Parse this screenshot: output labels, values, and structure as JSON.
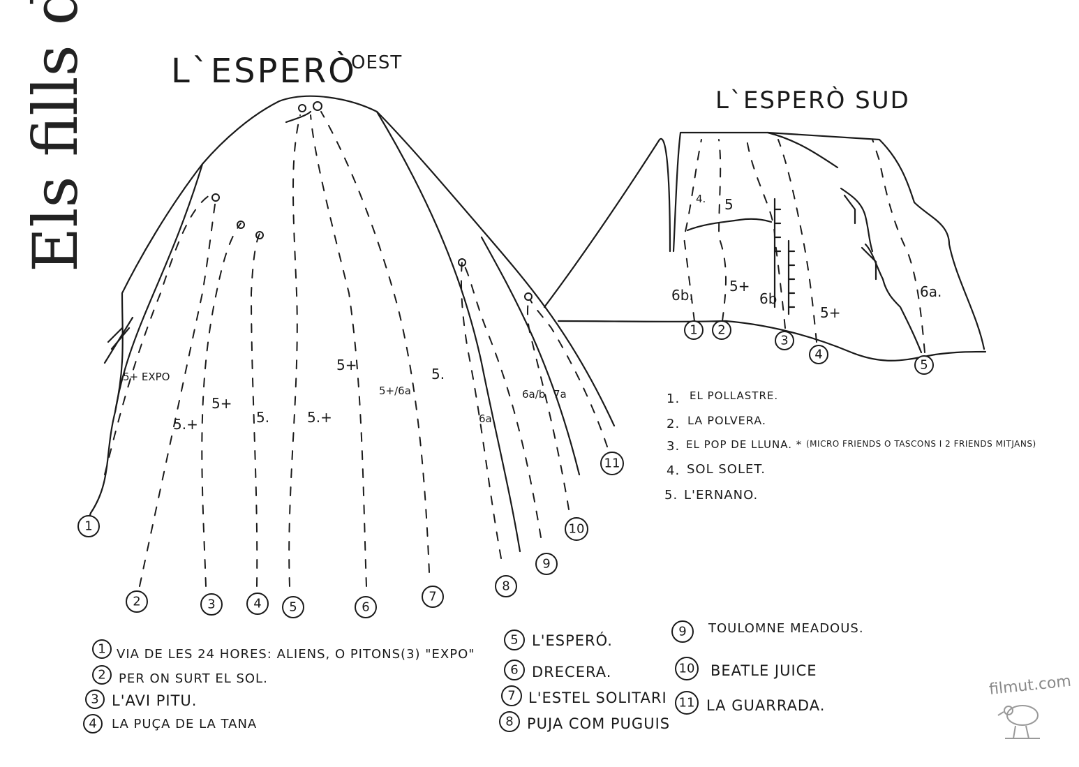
{
  "brand": "Els fills de Solius",
  "west": {
    "title": "L`ESPERÒ",
    "subtitle": "OEST",
    "grades": [
      "5+ EXPO",
      "5.+",
      "5+",
      "5.",
      "5.+",
      "5+",
      "5+/6a",
      "5.",
      "6a",
      "6a/b",
      "7a"
    ],
    "route_numbers": [
      "1",
      "2",
      "3",
      "4",
      "5",
      "6",
      "7",
      "8",
      "9",
      "10",
      "11"
    ],
    "legend": [
      {
        "n": "1",
        "text": "VIA DE LES 24 HORES:  ALIENS, O PITONS(3) \"EXPO\""
      },
      {
        "n": "2",
        "text": "PER ON SURT EL SOL."
      },
      {
        "n": "3",
        "text": "L'AVI PITU."
      },
      {
        "n": "4",
        "text": "LA PUÇA DE LA TANA"
      },
      {
        "n": "5",
        "text": "L'ESPERÓ."
      },
      {
        "n": "6",
        "text": "DRECERA."
      },
      {
        "n": "7",
        "text": "L'ESTEL SOLITARI"
      },
      {
        "n": "8",
        "text": "PUJA COM PUGUIS"
      },
      {
        "n": "9",
        "text": "TOULOMNE MEADOUS."
      },
      {
        "n": "10",
        "text": "BEATLE JUICE"
      },
      {
        "n": "11",
        "text": "LA GUARRADA."
      }
    ]
  },
  "south": {
    "title": "L`ESPERÒ SUD",
    "grades": [
      "4.",
      "5",
      "6b.",
      "5+",
      "6b",
      "5+",
      "6a."
    ],
    "route_numbers": [
      "1",
      "2",
      "3",
      "4",
      "5"
    ],
    "legend": [
      {
        "label": "1.",
        "text": "EL POLLASTRE."
      },
      {
        "label": "2.",
        "text": "LA POLVERA."
      },
      {
        "label": "3.",
        "text": "EL POP DE LLUNA. *",
        "note": "(MICRO FRIENDS O TASCONS I 2 FRIENDS MITJANS)"
      },
      {
        "label": "4.",
        "text": "SOL SOLET."
      },
      {
        "label": "5.",
        "text": "L'ERNANO."
      }
    ]
  },
  "watermark": "filmut.com"
}
